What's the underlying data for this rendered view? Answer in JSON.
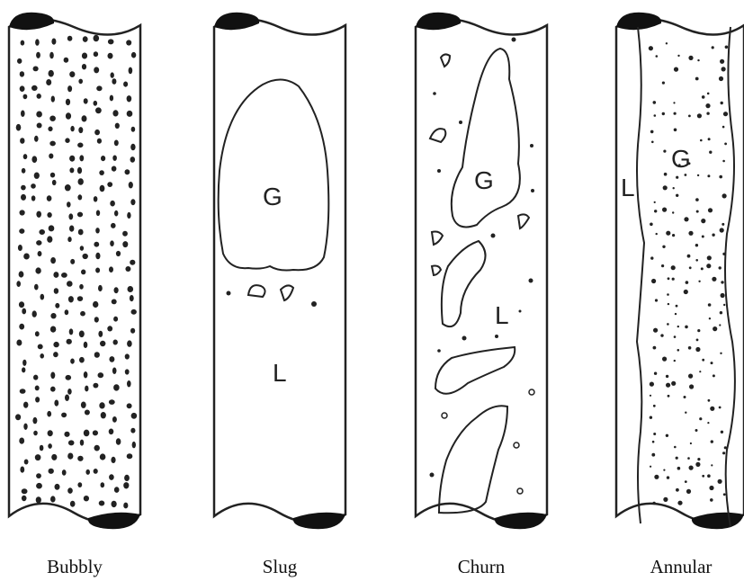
{
  "panels": [
    {
      "id": "bubbly",
      "caption": "Bubbly",
      "labels": []
    },
    {
      "id": "slug",
      "caption": "Slug",
      "labels": [
        "G",
        "L"
      ]
    },
    {
      "id": "churn",
      "caption": "Churn",
      "labels": [
        "G",
        "L"
      ]
    },
    {
      "id": "annular",
      "caption": "Annular",
      "labels": [
        "G",
        "L"
      ]
    }
  ],
  "colors": {
    "line": "#222222",
    "cap": "#111111",
    "background": "#ffffff"
  }
}
